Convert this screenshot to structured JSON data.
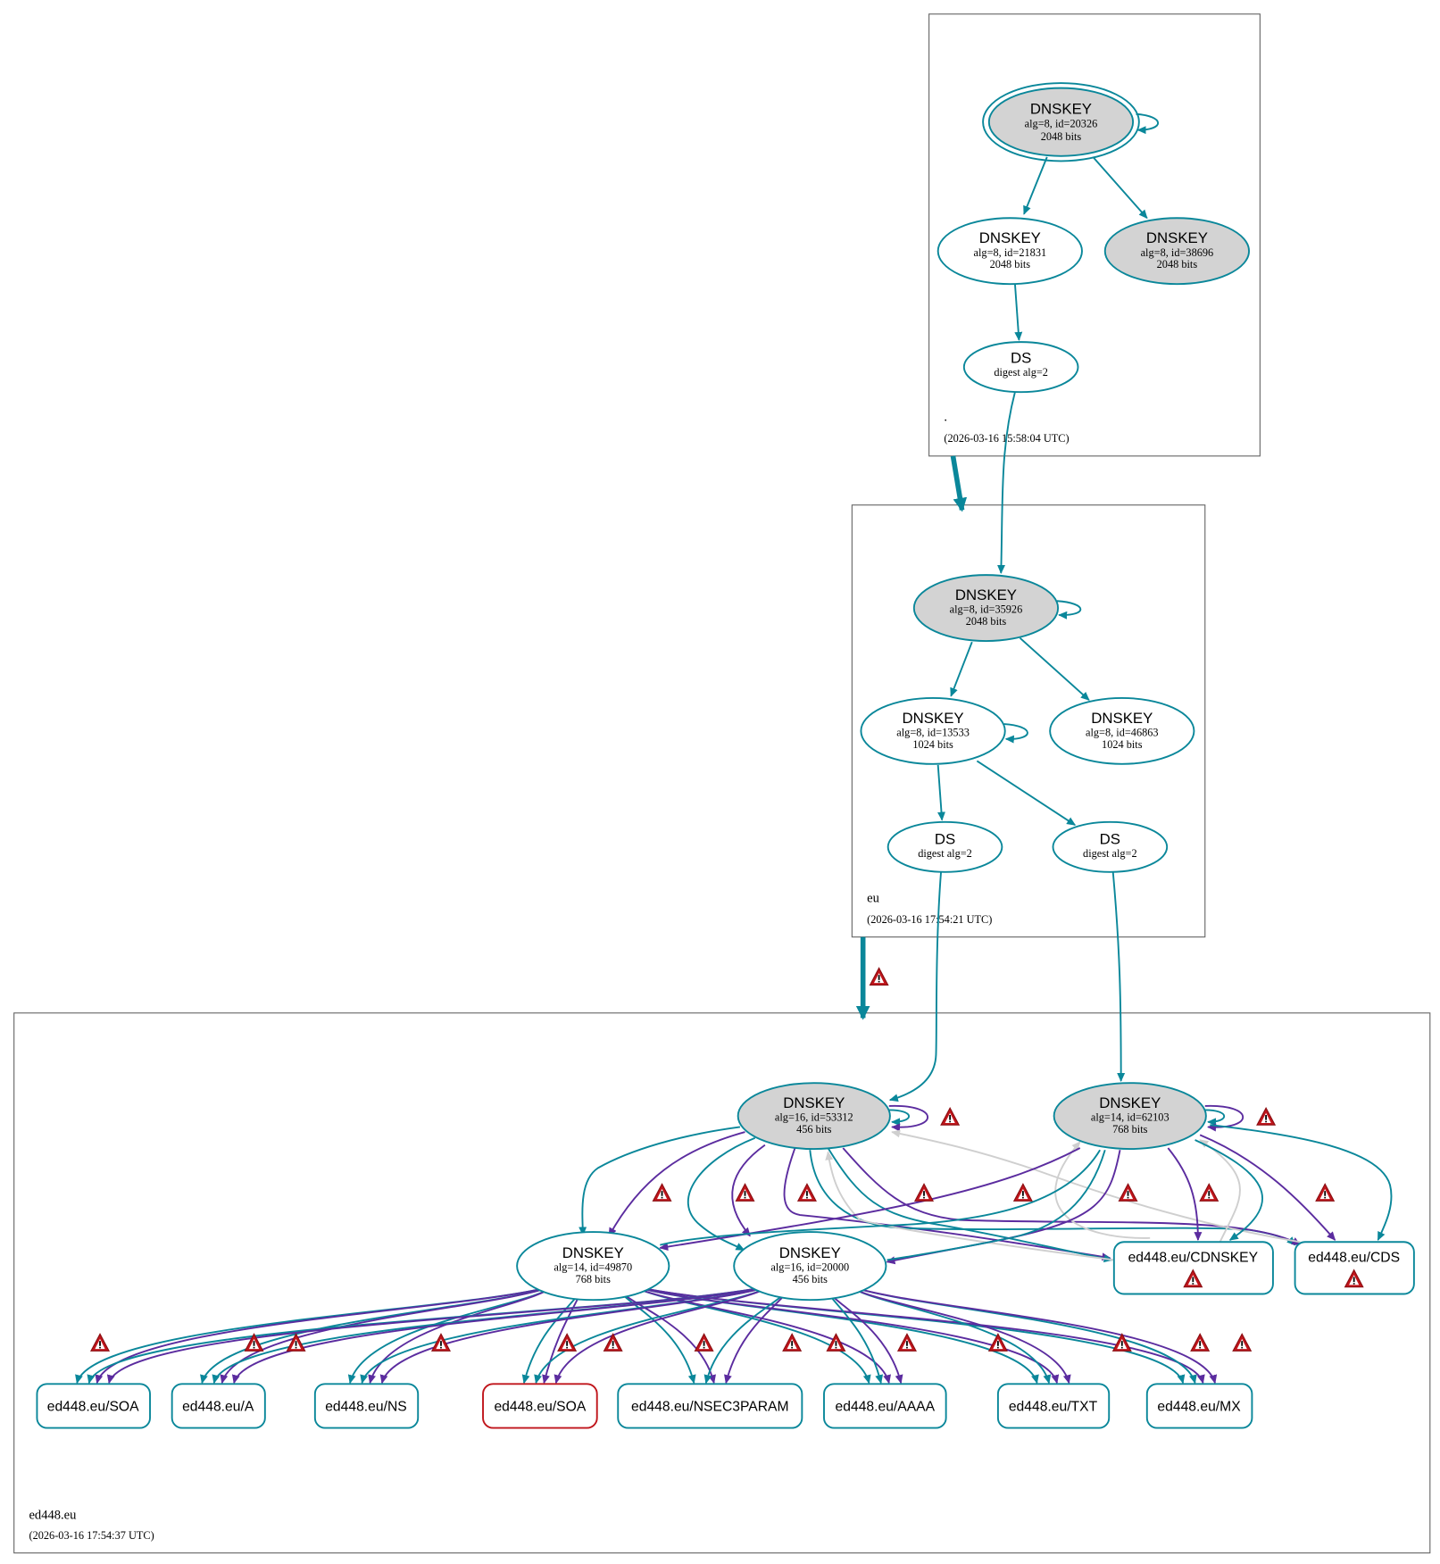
{
  "colors": {
    "teal": "#0a879a",
    "purple": "#5b2c9f",
    "gray_fill": "#d3d3d3",
    "error_red": "#c0151b",
    "warning_red": "#c0151b"
  },
  "zones": {
    "root": {
      "name": ".",
      "timestamp": "(2026-03-16 15:58:04 UTC)"
    },
    "eu": {
      "name": "eu",
      "timestamp": "(2026-03-16 17:54:21 UTC)"
    },
    "ed448": {
      "name": "ed448.eu",
      "timestamp": "(2026-03-16 17:54:37 UTC)"
    }
  },
  "nodes": {
    "root_ksk": {
      "type": "DNSKEY",
      "line1": "alg=8, id=20326",
      "line2": "2048 bits"
    },
    "root_zsk1": {
      "type": "DNSKEY",
      "line1": "alg=8, id=21831",
      "line2": "2048 bits"
    },
    "root_zsk2": {
      "type": "DNSKEY",
      "line1": "alg=8, id=38696",
      "line2": "2048 bits"
    },
    "eu_ds": {
      "type": "DS",
      "line1": "digest alg=2"
    },
    "eu_ksk": {
      "type": "DNSKEY",
      "line1": "alg=8, id=35926",
      "line2": "2048 bits"
    },
    "eu_zsk1": {
      "type": "DNSKEY",
      "line1": "alg=8, id=13533",
      "line2": "1024 bits"
    },
    "eu_zsk2": {
      "type": "DNSKEY",
      "line1": "alg=8, id=46863",
      "line2": "1024 bits"
    },
    "ed_ds1": {
      "type": "DS",
      "line1": "digest alg=2"
    },
    "ed_ds2": {
      "type": "DS",
      "line1": "digest alg=2"
    },
    "ed_ksk16": {
      "type": "DNSKEY",
      "line1": "alg=16, id=53312",
      "line2": "456 bits"
    },
    "ed_ksk14": {
      "type": "DNSKEY",
      "line1": "alg=14, id=62103",
      "line2": "768 bits"
    },
    "ed_zsk14": {
      "type": "DNSKEY",
      "line1": "alg=14, id=49870",
      "line2": "768 bits"
    },
    "ed_zsk16": {
      "type": "DNSKEY",
      "line1": "alg=16, id=20000",
      "line2": "456 bits"
    }
  },
  "rrsets": {
    "cdnskey": "ed448.eu/CDNSKEY",
    "cds": "ed448.eu/CDS",
    "soa": "ed448.eu/SOA",
    "a": "ed448.eu/A",
    "ns": "ed448.eu/NS",
    "soa_error": "ed448.eu/SOA",
    "nsec3param": "ed448.eu/NSEC3PARAM",
    "aaaa": "ed448.eu/AAAA",
    "txt": "ed448.eu/TXT",
    "mx": "ed448.eu/MX"
  }
}
